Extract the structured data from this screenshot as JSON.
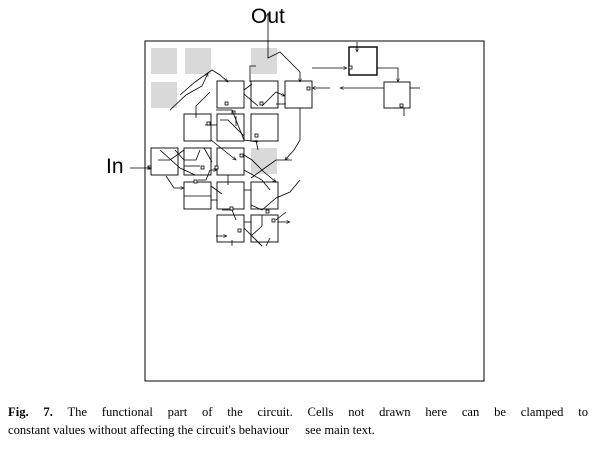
{
  "figure": {
    "input_label": "In",
    "output_label": "Out"
  },
  "caption": {
    "label": "Fig. 7.",
    "line1": "The functional part of the circuit. Cells not drawn here can be clamped to",
    "line2_before": "constant values without affecting the circuit's behaviour",
    "line2_after": "see main text."
  }
}
